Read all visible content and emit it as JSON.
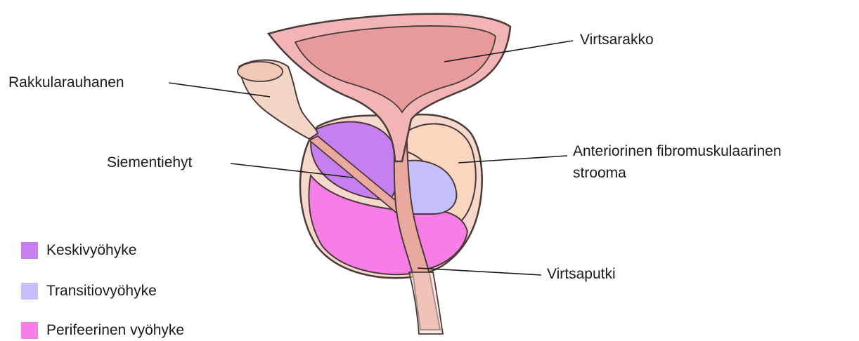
{
  "labels": {
    "bladder": "Virtsarakko",
    "seminal_vesicle": "Rakkularauhanen",
    "ejaculatory_duct": "Siementiehyt",
    "anterior_stroma_line1": "Anteriorinen fibromuskulaarinen",
    "anterior_stroma_line2": "strooma",
    "urethra": "Virtsaputki"
  },
  "legend": [
    {
      "label": "Keskivyöhyke",
      "color": "#c77ef0"
    },
    {
      "label": "Transitiovyöhyke",
      "color": "#c4c0fa"
    },
    {
      "label": "Perifeerinen vyöhyke",
      "color": "#f77ee6"
    }
  ],
  "colors": {
    "bladder_outer": "#f2b5b5",
    "bladder_inner": "#e79a9c",
    "capsule": "#f6d9cc",
    "stroma": "#fbd6bf",
    "central_zone": "#c77ef0",
    "transition_zone": "#c4c0fa",
    "peripheral_zone": "#f77ee6",
    "urethra": "#e9a99f",
    "seminal_vesicle": "#f3d6c6",
    "outline": "#4a3a3a"
  }
}
